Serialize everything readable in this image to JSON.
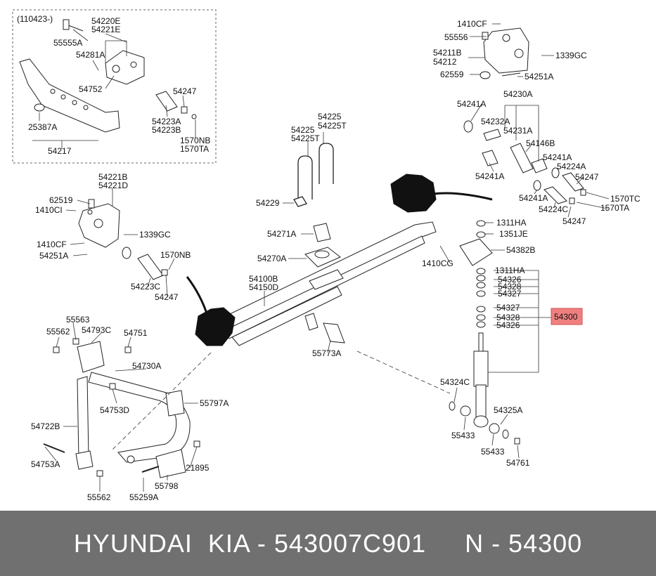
{
  "diagram": {
    "inset_tag": "(110423-)",
    "highlight_color": "#f08080",
    "highlight_label": "54300",
    "labels": {
      "l_55555A": "55555A",
      "l_54220E": "54220E",
      "l_54221E": "54221E",
      "l_54281A": "54281A",
      "l_54752": "54752",
      "l_54247_inset": "54247",
      "l_25387A": "25387A",
      "l_54223A": "54223A",
      "l_54223B": "54223B",
      "l_1570NB_inset": "1570NB",
      "l_1570TA_inset": "1570TA",
      "l_54217": "54217",
      "l_1410CF_top": "1410CF",
      "l_55556": "55556",
      "l_54211B": "54211B",
      "l_54212": "54212",
      "l_1339GC_top": "1339GC",
      "l_62559": "62559",
      "l_54251A_top": "54251A",
      "l_54241A_1": "54241A",
      "l_54230A": "54230A",
      "l_54232A": "54232A",
      "l_54231A": "54231A",
      "l_54146B": "54146B",
      "l_54241A_2": "54241A",
      "l_54224A": "54224A",
      "l_54241A_3": "54241A",
      "l_54247_r1": "54247",
      "l_54241A_4": "54241A",
      "l_1570TC": "1570TC",
      "l_54224C": "54224C",
      "l_1570TA_r": "1570TA",
      "l_54247_r2": "54247",
      "l_54225_a": "54225",
      "l_54225T_a": "54225T",
      "l_54225_b": "54225",
      "l_54225T_b": "54225T",
      "l_54229": "54229",
      "l_54271A": "54271A",
      "l_54270A": "54270A",
      "l_54100B": "54100B",
      "l_54150D": "54150D",
      "l_55773A": "55773A",
      "l_54221B": "54221B",
      "l_54221D": "54221D",
      "l_62519": "62519",
      "l_1410CI": "1410CI",
      "l_1339GC_l": "1339GC",
      "l_1410CF_l": "1410CF",
      "l_54251A_l": "54251A",
      "l_1570NB_l": "1570NB",
      "l_54223C": "54223C",
      "l_54247_l": "54247",
      "l_1311HA_1": "1311HA",
      "l_1351JE": "1351JE",
      "l_54382B": "54382B",
      "l_1410CG": "1410CG",
      "l_1311HA_2": "1311HA",
      "l_54326_1": "54326",
      "l_54328_1": "54328",
      "l_54327_1": "54327",
      "l_54327_2": "54327",
      "l_54328_2": "54328",
      "l_54326_2": "54326",
      "l_54324C": "54324C",
      "l_54325A": "54325A",
      "l_55433_1": "55433",
      "l_55433_2": "55433",
      "l_54761": "54761",
      "l_55563": "55563",
      "l_55562_1": "55562",
      "l_54793C": "54793C",
      "l_54751": "54751",
      "l_54730A": "54730A",
      "l_54753D": "54753D",
      "l_55797A": "55797A",
      "l_54722B": "54722B",
      "l_54753A": "54753A",
      "l_21895": "21895",
      "l_55798": "55798",
      "l_55562_2": "55562",
      "l_55259A": "55259A"
    }
  },
  "footer": {
    "text": "HYUNDAI  KIA - 543007C901     N - 54300",
    "background": "#707070"
  }
}
